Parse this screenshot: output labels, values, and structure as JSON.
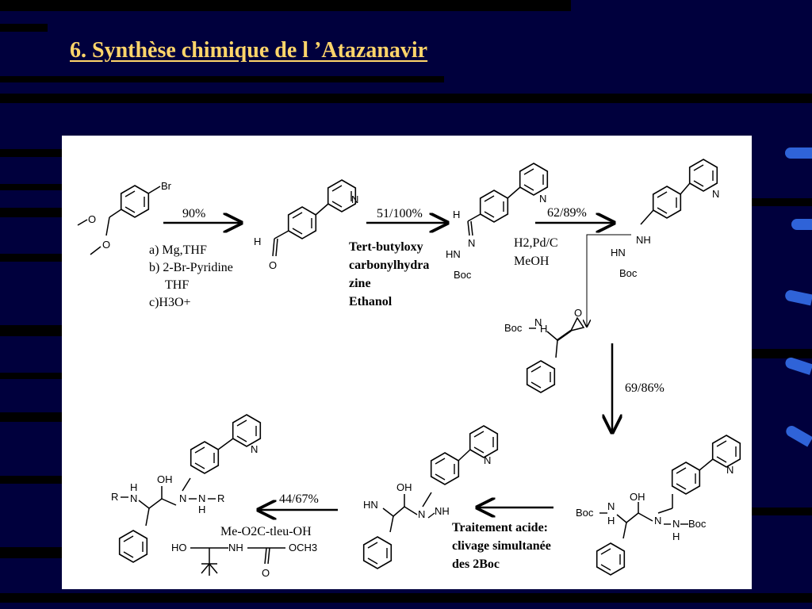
{
  "slide": {
    "title": "6. Synthèse chimique de l ’Atazanavir",
    "colors": {
      "background": "#00003d",
      "title": "#ffd56a",
      "panel": "#ffffff",
      "accent": "#2f63d8"
    }
  },
  "scheme": {
    "step1": {
      "yield": "90%",
      "conditions": [
        "a) Mg,THF",
        "b) 2-Br-Pyridine",
        "THF",
        "c)H3O+"
      ]
    },
    "step2": {
      "yield": "51/100%",
      "conditions": [
        "Tert-butyloxy",
        "carbonylhydra",
        "zine",
        "Ethanol"
      ]
    },
    "step3": {
      "yield": "62/89%",
      "conditions": [
        "H2,Pd/C",
        "MeOH"
      ]
    },
    "step4": {
      "yield": "69/86%"
    },
    "step5": {
      "conditions": [
        "Traitement acide:",
        "clivage simultanée",
        "des 2Boc"
      ]
    },
    "step6": {
      "yield": "44/67%",
      "reagent": "Me-O2C-tleu-OH"
    },
    "atoms": {
      "br": "Br",
      "o": "O",
      "h": "H",
      "n": "N",
      "nh": "NH",
      "hn": "HN",
      "boc": "Boc",
      "boc_n": "Boc",
      "oh": "OH",
      "r": "R",
      "ho": "HO",
      "och3": "OCH3",
      "nh2": "NH"
    }
  }
}
